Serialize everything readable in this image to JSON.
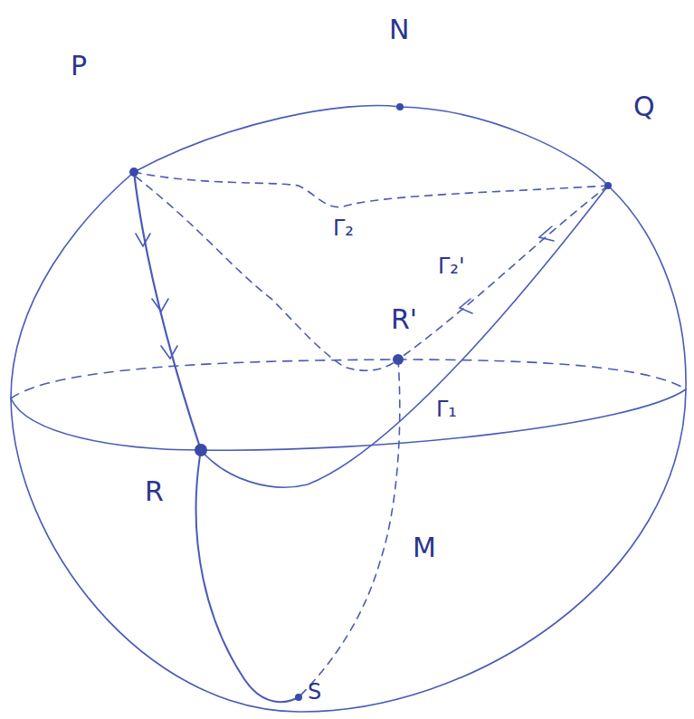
{
  "diagram": {
    "labels": [
      "N",
      "P",
      "Q",
      "Γ₂",
      "R'",
      "Γ₂'",
      "Γ₁",
      "R",
      "M",
      "S"
    ]
  }
}
